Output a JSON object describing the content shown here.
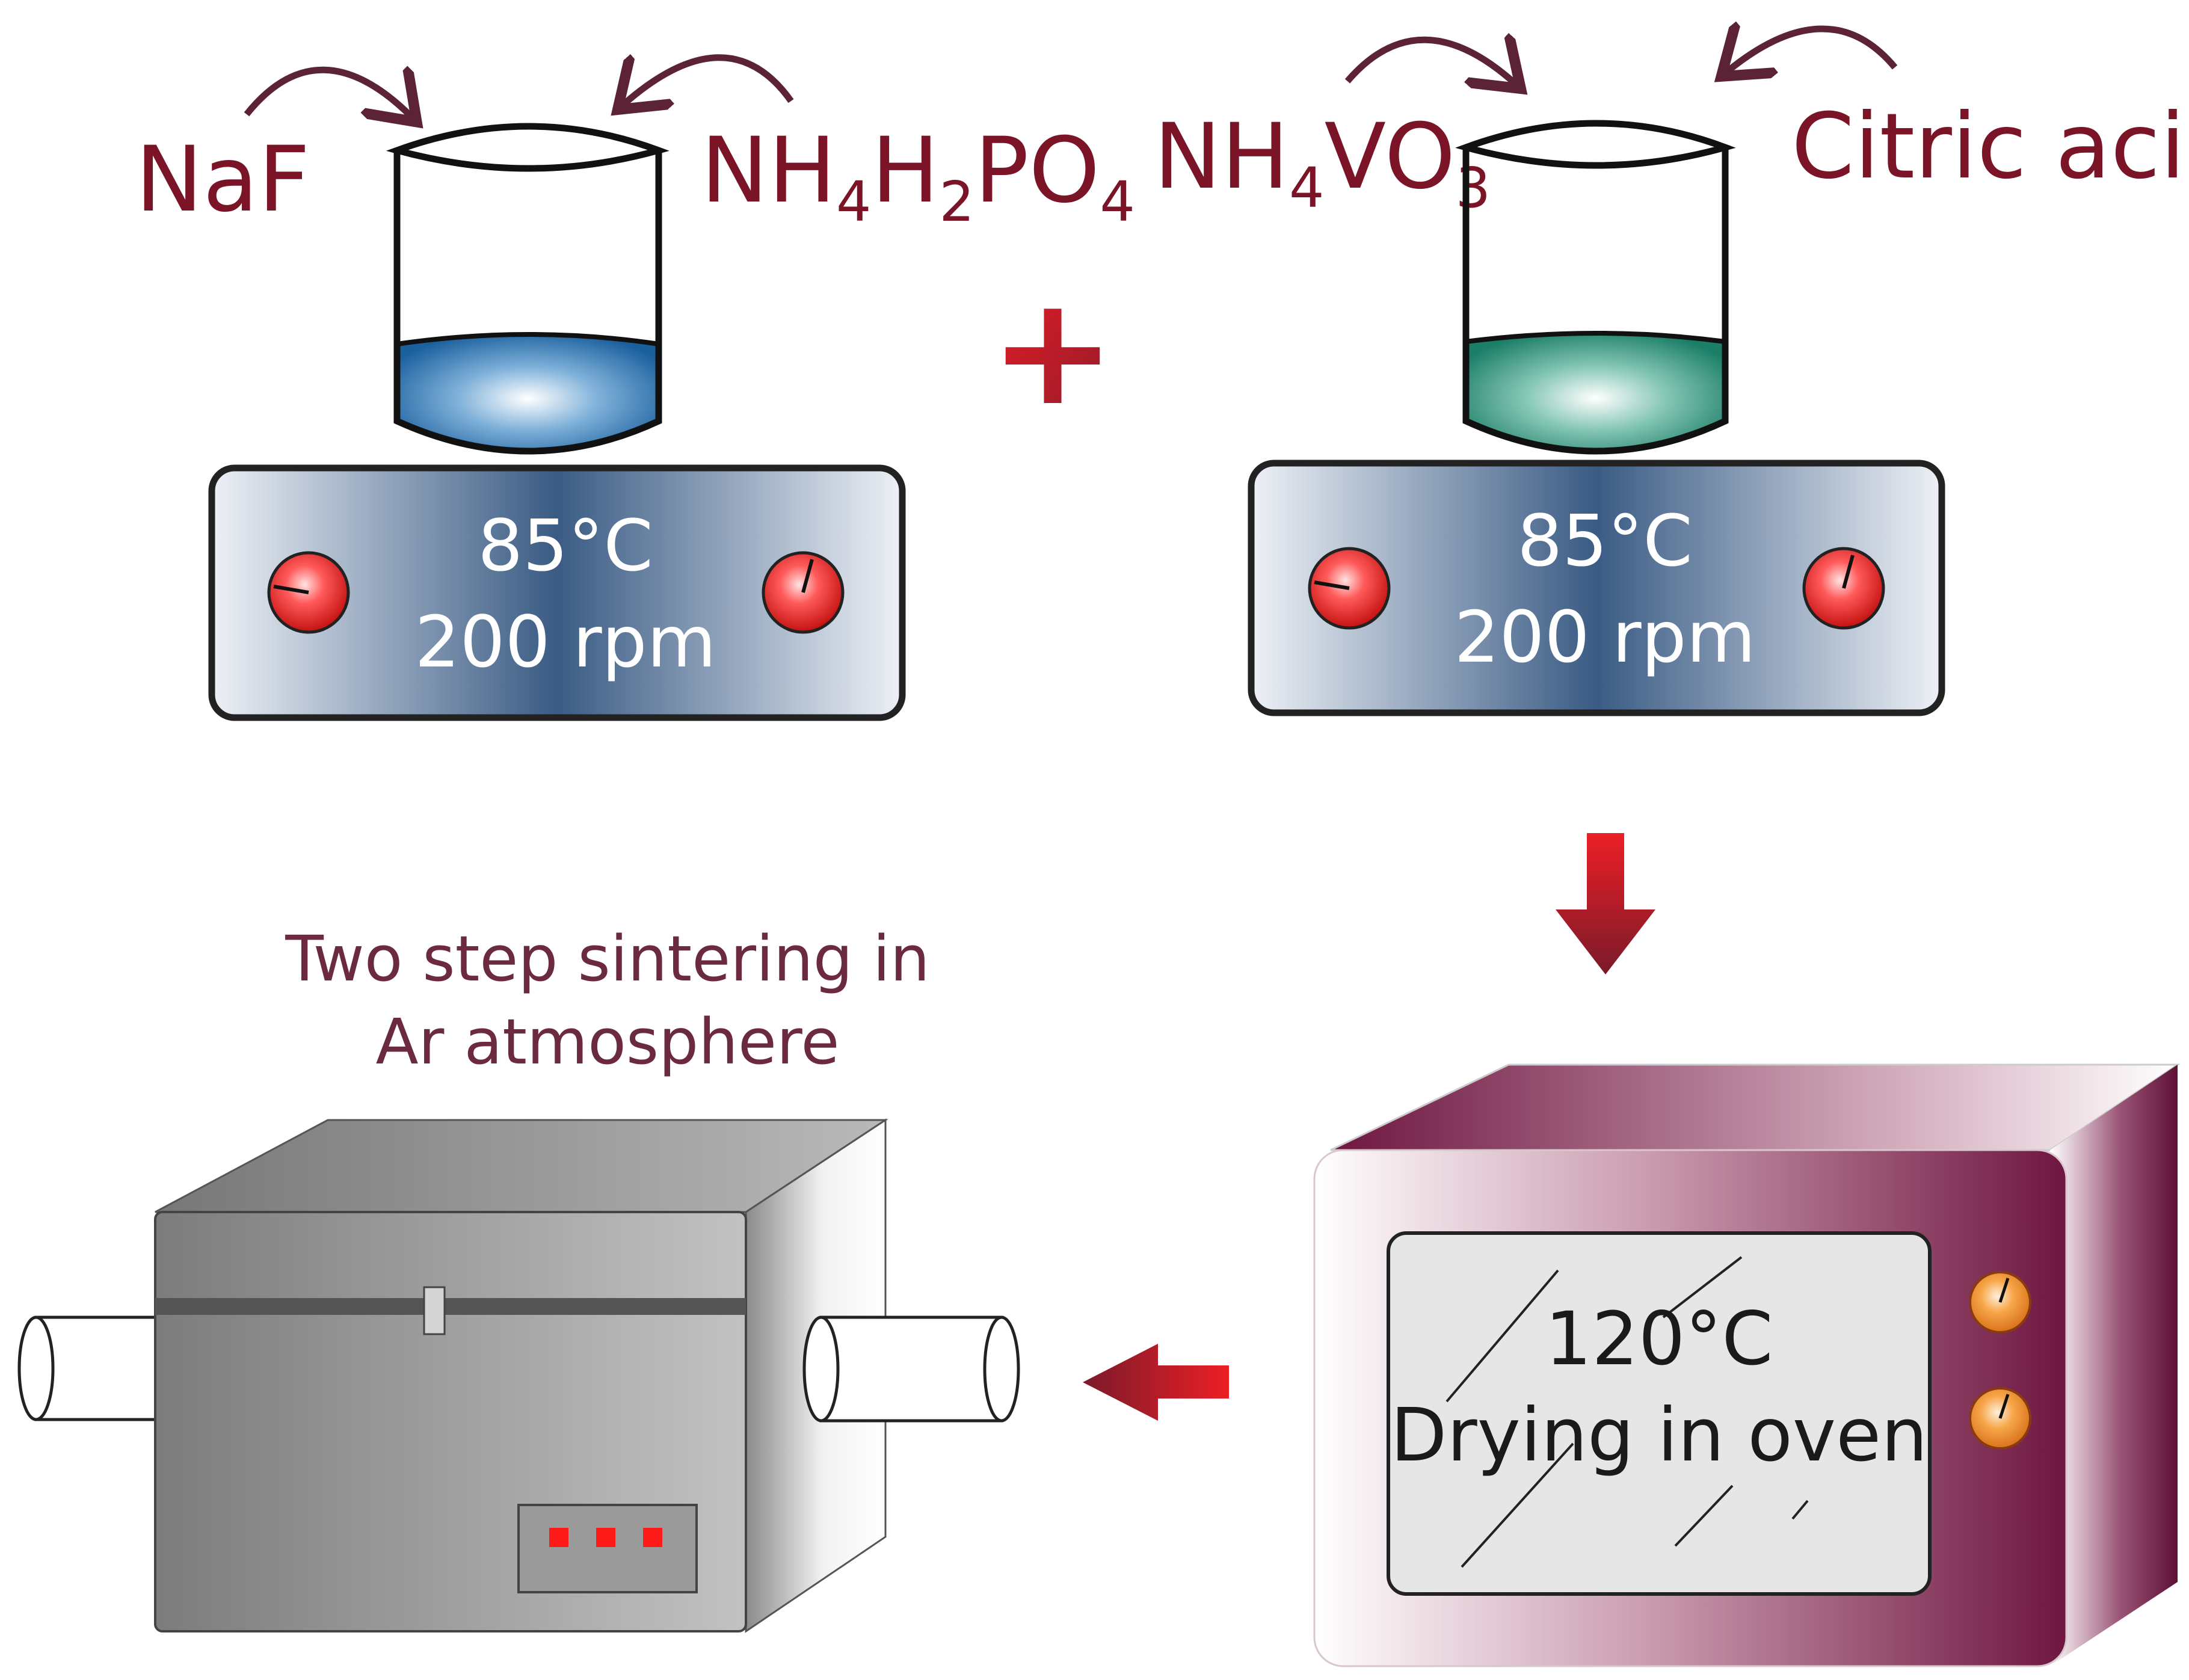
{
  "reagents": {
    "naf": "NaF",
    "nh4h2po4": {
      "a": "NH",
      "a_sub": "4",
      "b": "H",
      "b_sub": "2",
      "c": "PO",
      "c_sub": "4"
    },
    "nh4vo3": {
      "a": "NH",
      "a_sub": "4",
      "b": "VO",
      "b_sub": "3"
    },
    "citric_acid": "Citric acid"
  },
  "plus_sign": "+",
  "hotplate_left": {
    "temperature": "85°C",
    "speed": "200 rpm"
  },
  "hotplate_right": {
    "temperature": "85°C",
    "speed": "200 rpm"
  },
  "oven": {
    "temperature": "120°C",
    "label": "Drying in oven"
  },
  "furnace": {
    "caption_line1": "Two step sintering in",
    "caption_line2": "Ar atmosphere"
  },
  "colors": {
    "reagent_text": "#7b1427",
    "caption_text": "#6b2a3e",
    "arrow_red": "#e8232a",
    "arrow_dark": "#7a1a2a",
    "blue_solution": "#1f6aa8",
    "teal_solution": "#1f8a72",
    "oven_maroon": "#6e1640",
    "furnace_gray": "#8f8f8f",
    "plate_blue": "#36587f"
  }
}
